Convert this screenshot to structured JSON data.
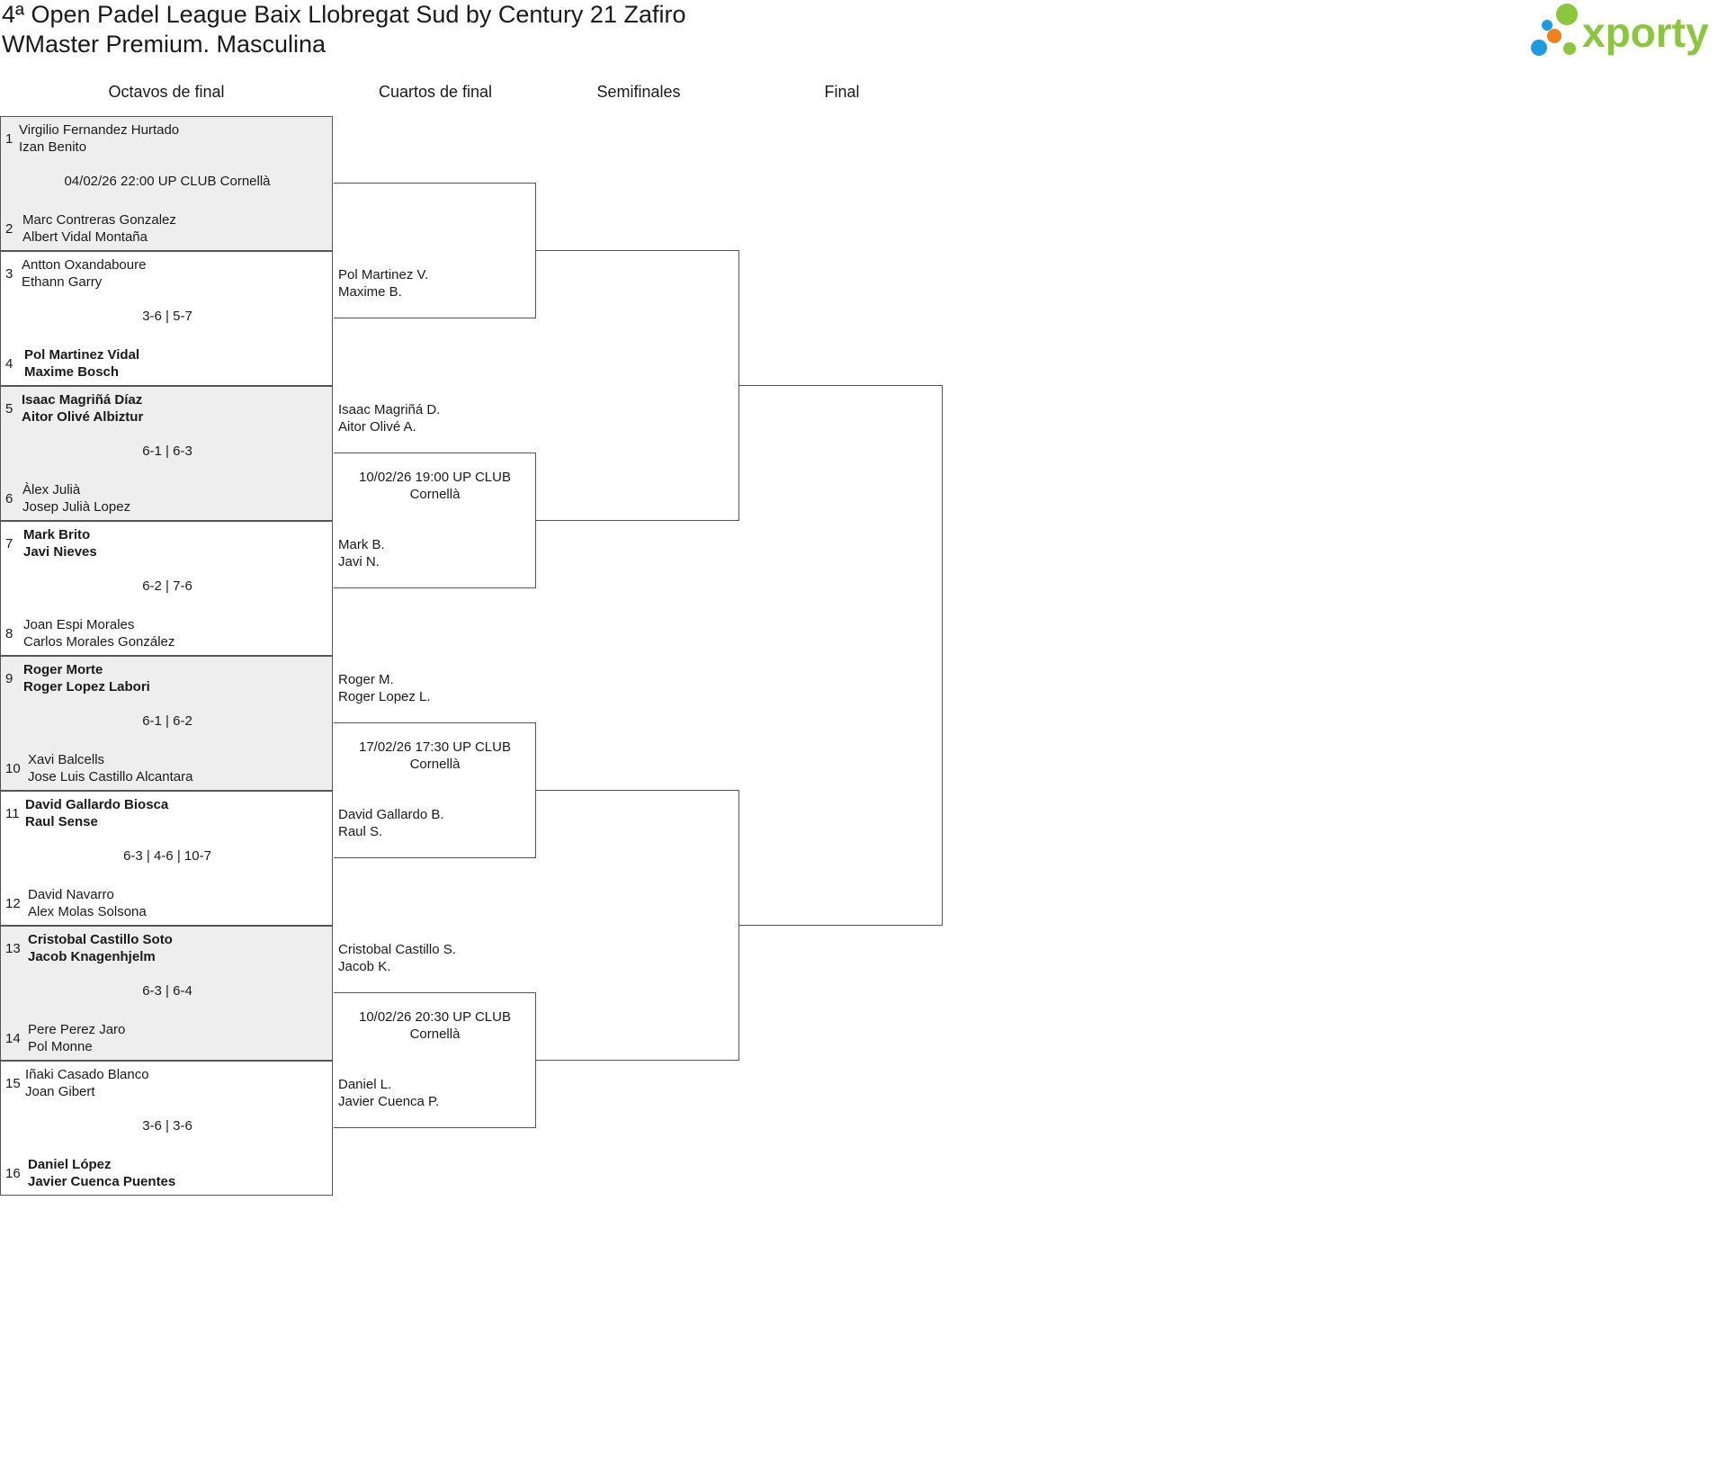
{
  "header": {
    "title": "4ª Open Padel League Baix Llobregat Sud by Century 21 Zafiro",
    "subtitle": "WMaster Premium. Masculina",
    "logo_text": "xporty",
    "colors": {
      "logo_green": "#8cc63f",
      "logo_blue": "#1e9be0",
      "logo_orange": "#f07f1d"
    }
  },
  "rounds": [
    "Octavos de final",
    "Cuartos de final",
    "Semifinales",
    "Final"
  ],
  "r16": [
    {
      "seed_a": "1",
      "a1": "Virgilio Fernandez Hurtado",
      "a2": "Izan Benito",
      "info": "04/02/26 22:00 UP CLUB Cornellà",
      "seed_b": "2",
      "b1": "Marc Contreras Gonzalez",
      "b2": "Albert Vidal Montaña"
    },
    {
      "seed_a": "3",
      "a1": "Antton Oxandaboure",
      "a2": "Ethann Garry",
      "info": "3-6 | 5-7",
      "seed_b": "4",
      "b1": "Pol Martinez Vidal",
      "b2": "Maxime Bosch"
    },
    {
      "seed_a": "5",
      "a1": "Isaac Magriñá Díaz",
      "a2": "Aitor Olivé Albiztur",
      "info": "6-1 | 6-3",
      "seed_b": "6",
      "b1": "Àlex Julià",
      "b2": "Josep Julià Lopez"
    },
    {
      "seed_a": "7",
      "a1": "Mark Brito",
      "a2": "Javi Nieves",
      "info": "6-2 | 7-6",
      "seed_b": "8",
      "b1": "Joan Espi Morales",
      "b2": "Carlos Morales González"
    },
    {
      "seed_a": "9",
      "a1": "Roger Morte",
      "a2": "Roger Lopez Labori",
      "info": "6-1 | 6-2",
      "seed_b": "10",
      "b1": "Xavi Balcells",
      "b2": "Jose Luis Castillo Alcantara"
    },
    {
      "seed_a": "11",
      "a1": "David Gallardo Biosca",
      "a2": "Raul Sense",
      "info": "6-3 | 4-6 | 10-7",
      "seed_b": "12",
      "b1": "David Navarro",
      "b2": "Alex Molas Solsona"
    },
    {
      "seed_a": "13",
      "a1": "Cristobal Castillo Soto",
      "a2": "Jacob Knagenhjelm",
      "info": "6-3 | 6-4",
      "seed_b": "14",
      "b1": "Pere Perez Jaro",
      "b2": "Pol Monne"
    },
    {
      "seed_a": "15",
      "a1": "Iñaki Casado Blanco",
      "a2": "Joan Gibert",
      "info": "3-6 | 3-6",
      "seed_b": "16",
      "b1": "Daniel López",
      "b2": "Javier Cuenca Puentes"
    }
  ],
  "qf": [
    {
      "info": "",
      "b1": "Pol Martinez V.",
      "b2": "Maxime B."
    },
    {
      "a1": "Isaac Magriñá D.",
      "a2": "Aitor Olivé A.",
      "info1": "10/02/26 19:00 UP CLUB",
      "info2": "Cornellà",
      "b1": "Mark B.",
      "b2": "Javi N."
    },
    {
      "a1": "Roger M.",
      "a2": "Roger Lopez L.",
      "info1": "17/02/26 17:30 UP CLUB",
      "info2": "Cornellà",
      "b1": "David Gallardo B.",
      "b2": "Raul S."
    },
    {
      "a1": "Cristobal Castillo S.",
      "a2": "Jacob K.",
      "info1": "10/02/26 20:30 UP CLUB",
      "info2": "Cornellà",
      "b1": "Daniel L.",
      "b2": "Javier Cuenca P."
    }
  ]
}
